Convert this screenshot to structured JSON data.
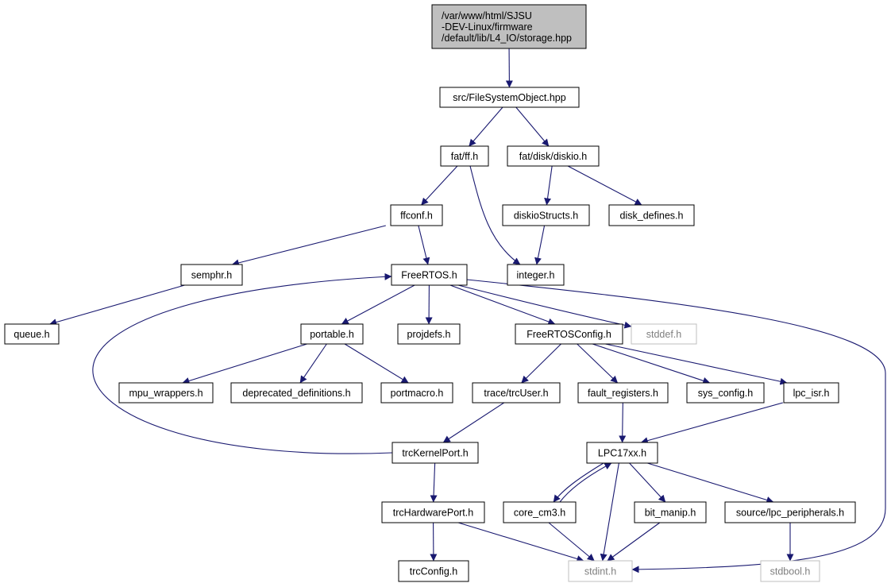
{
  "diagram": {
    "type": "include-dependency-graph",
    "colors": {
      "edge": "#191970",
      "node_border": "#000000",
      "root_fill": "#bfbfbf",
      "external_border": "#bfbfbf",
      "external_text": "#7f7f7f"
    },
    "nodes": {
      "storage": [
        "/var/www/html/SJSU",
        "-DEV-Linux/firmware",
        "/default/lib/L4_IO/storage.hpp"
      ],
      "fso": "src/FileSystemObject.hpp",
      "ff": "fat/ff.h",
      "diskio": "fat/disk/diskio.h",
      "ffconf": "ffconf.h",
      "diskioStructs": "diskioStructs.h",
      "disk_defines": "disk_defines.h",
      "semphr": "semphr.h",
      "freertos": "FreeRTOS.h",
      "integer": "integer.h",
      "queue": "queue.h",
      "portable": "portable.h",
      "projdefs": "projdefs.h",
      "frconfig": "FreeRTOSConfig.h",
      "stddef": "stddef.h",
      "mpu": "mpu_wrappers.h",
      "deprecated": "deprecated_definitions.h",
      "portmacro": "portmacro.h",
      "trcuser": "trace/trcUser.h",
      "fault": "fault_registers.h",
      "sysconfig": "sys_config.h",
      "lpcisr": "lpc_isr.h",
      "trckernel": "trcKernelPort.h",
      "lpc17xx": "LPC17xx.h",
      "trchw": "trcHardwarePort.h",
      "corecm3": "core_cm3.h",
      "bitmanip": "bit_manip.h",
      "lpcper": "source/lpc_peripherals.h",
      "trcconfig": "trcConfig.h",
      "stdint": "stdint.h",
      "stdbool": "stdbool.h"
    },
    "edges": [
      [
        "storage",
        "fso"
      ],
      [
        "fso",
        "ff"
      ],
      [
        "fso",
        "diskio"
      ],
      [
        "ff",
        "ffconf"
      ],
      [
        "ff",
        "integer"
      ],
      [
        "diskio",
        "diskioStructs"
      ],
      [
        "diskio",
        "disk_defines"
      ],
      [
        "diskioStructs",
        "integer"
      ],
      [
        "ffconf",
        "semphr"
      ],
      [
        "ffconf",
        "freertos"
      ],
      [
        "semphr",
        "queue"
      ],
      [
        "freertos",
        "portable"
      ],
      [
        "freertos",
        "projdefs"
      ],
      [
        "freertos",
        "frconfig"
      ],
      [
        "freertos",
        "stddef"
      ],
      [
        "freertos",
        "stdint"
      ],
      [
        "portable",
        "mpu"
      ],
      [
        "portable",
        "deprecated"
      ],
      [
        "portable",
        "portmacro"
      ],
      [
        "frconfig",
        "trcuser"
      ],
      [
        "frconfig",
        "fault"
      ],
      [
        "frconfig",
        "sysconfig"
      ],
      [
        "frconfig",
        "lpcisr"
      ],
      [
        "trcuser",
        "trckernel"
      ],
      [
        "trckernel",
        "freertos"
      ],
      [
        "trckernel",
        "trchw"
      ],
      [
        "fault",
        "lpc17xx"
      ],
      [
        "lpcisr",
        "lpc17xx"
      ],
      [
        "lpc17xx",
        "corecm3"
      ],
      [
        "corecm3",
        "lpc17xx"
      ],
      [
        "lpc17xx",
        "bitmanip"
      ],
      [
        "lpc17xx",
        "lpcper"
      ],
      [
        "lpc17xx",
        "stdint"
      ],
      [
        "corecm3",
        "stdint"
      ],
      [
        "bitmanip",
        "stdint"
      ],
      [
        "lpcper",
        "stdbool"
      ],
      [
        "trchw",
        "trcconfig"
      ],
      [
        "trchw",
        "stdint"
      ]
    ]
  }
}
